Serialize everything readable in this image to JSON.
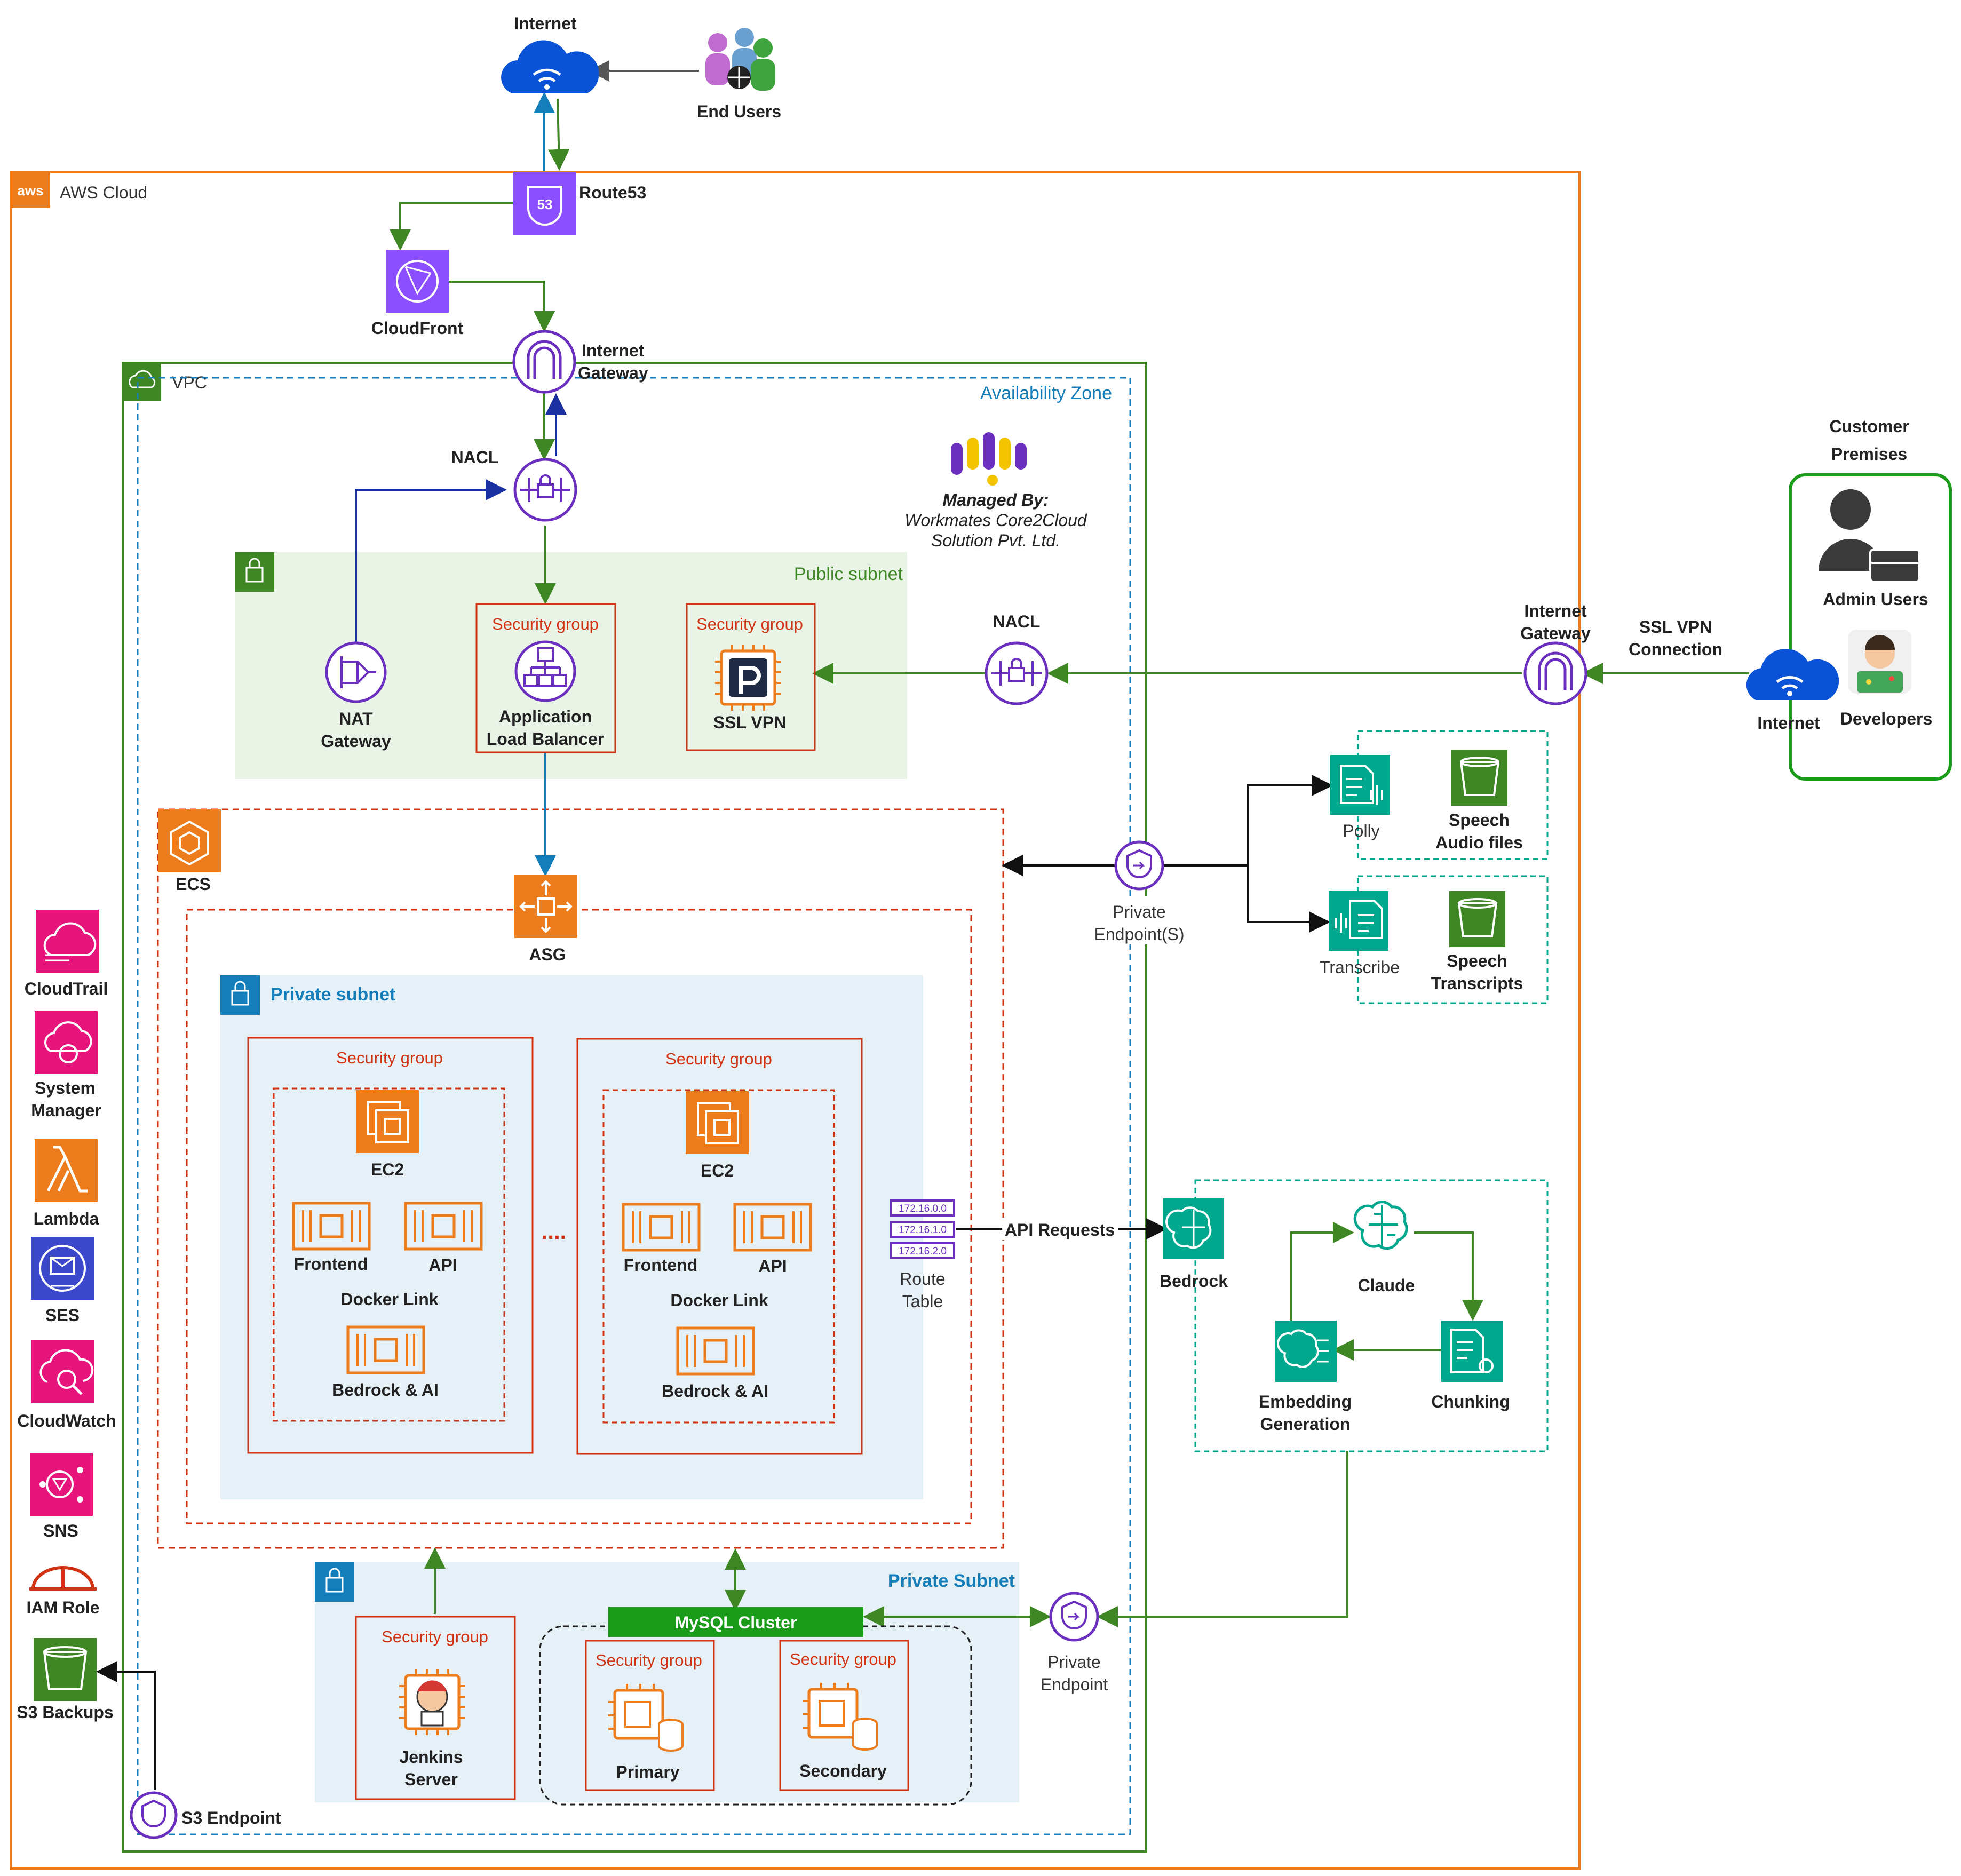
{
  "top": {
    "internet": "Internet",
    "end_users": "End Users"
  },
  "aws": {
    "cloud": "AWS Cloud",
    "route53": "Route53",
    "cloudfront": "CloudFront",
    "igw_line1": "Internet",
    "igw_line2": "Gateway"
  },
  "vpc": {
    "label": "VPC",
    "az": "Availability Zone",
    "nacl": "NACL",
    "managed_by": "Managed By:",
    "managed_line1": "Workmates Core2Cloud",
    "managed_line2": "Solution Pvt. Ltd."
  },
  "public_subnet": {
    "label": "Public subnet",
    "nat_line1": "NAT",
    "nat_line2": "Gateway",
    "sg": "Security group",
    "alb_line1": "Application",
    "alb_line2": "Load Balancer",
    "ssl_vpn": "SSL VPN"
  },
  "right_side": {
    "nacl": "NACL",
    "igw_line1": "Internet",
    "igw_line2": "Gateway",
    "ssl_line1": "SSL VPN",
    "ssl_line2": "Connection",
    "internet": "Internet",
    "customer_line1": "Customer",
    "customer_line2": "Premises",
    "admin_users": "Admin Users",
    "developers": "Developers"
  },
  "ecs": {
    "label": "ECS",
    "asg": "ASG",
    "private_subnet": "Private  subnet",
    "sg": "Security group",
    "ec2": "EC2",
    "frontend": "Frontend",
    "api": "API",
    "docker_link": "Docker Link",
    "bedrock_ai": "Bedrock & AI",
    "dots": "....",
    "route_line1": "Route",
    "route_line2": "Table",
    "cidrs": [
      "172.16.0.0",
      "172.16.1.0",
      "172.16.2.0"
    ]
  },
  "endpoints": {
    "private_eps_line1": "Private",
    "private_eps_line2": "Endpoint(S)",
    "polly": "Polly",
    "speech_audio_line1": "Speech",
    "speech_audio_line2": "Audio files",
    "transcribe": "Transcribe",
    "speech_tr_line1": "Speech",
    "speech_tr_line2": "Transcripts"
  },
  "bedrock": {
    "api_requests": "API Requests",
    "bedrock": "Bedrock",
    "claude": "Claude",
    "emb_line1": "Embedding",
    "emb_line2": "Generation",
    "chunking": "Chunking"
  },
  "db": {
    "private_subnet": "Private Subnet",
    "sg": "Security group",
    "jenkins_line1": "Jenkins",
    "jenkins_line2": "Server",
    "mysql": "MySQL Cluster",
    "primary": "Primary",
    "secondary": "Secondary",
    "pe_line1": "Private",
    "pe_line2": "Endpoint",
    "s3_endpoint": "S3 Endpoint"
  },
  "sidebar": {
    "cloudtrail": "CloudTrail",
    "sm_line1": "System",
    "sm_line2": "Manager",
    "lambda": "Lambda",
    "ses": "SES",
    "cloudwatch": "CloudWatch",
    "sns": "SNS",
    "iam": "IAM Role",
    "s3": "S3 Backups"
  },
  "colors": {
    "aws_orange": "#ed7d1c",
    "vpc_green": "#3f8624",
    "az_blue": "#147eba",
    "sg_red": "#d13212",
    "purple": "#8c4fff",
    "teal": "#01a88d",
    "pink": "#e7157b",
    "s3_green": "#3f8624",
    "public_fill": "#e9f3e6",
    "private_fill": "#e6f0f7",
    "mysql_green": "#1a9c1a"
  }
}
